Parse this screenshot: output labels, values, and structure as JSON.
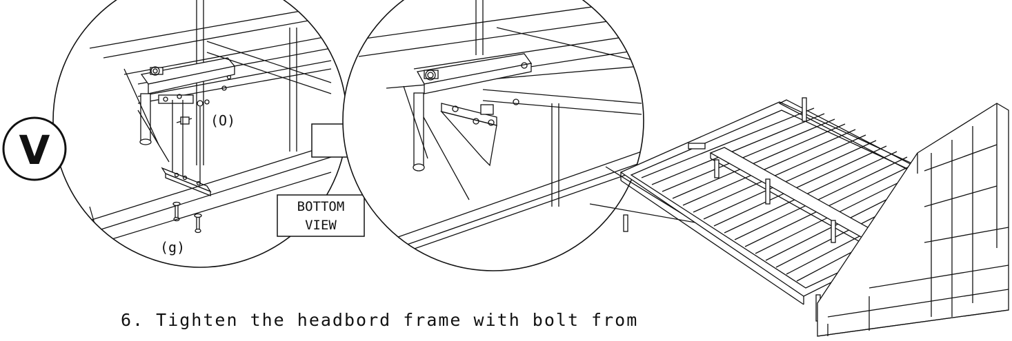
{
  "step_badge": "V",
  "label_o": "(O)",
  "label_g": "(g)",
  "callout": {
    "line1": "BOTTOM",
    "line2": "VIEW"
  },
  "instruction": "6. Tighten the headbord frame with bolt from",
  "colors": {
    "ink": "#111111",
    "background": "#ffffff"
  }
}
